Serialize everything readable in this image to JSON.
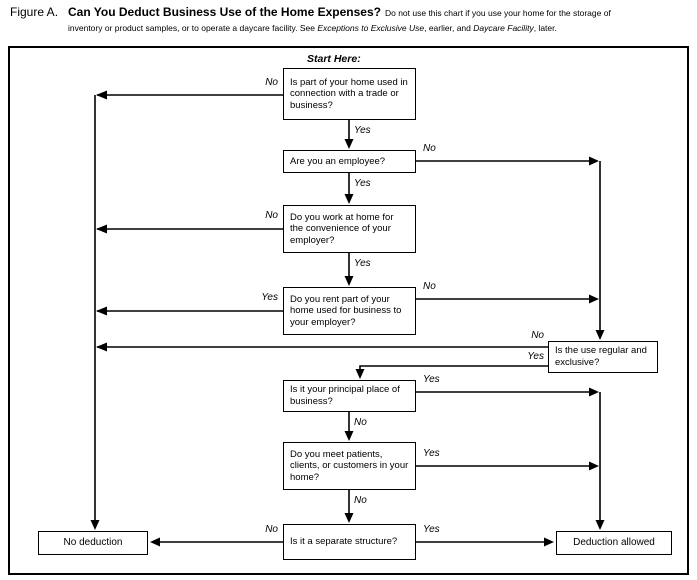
{
  "header": {
    "figure_label": "Figure A.",
    "title": "Can You Deduct Business Use of the Home Expenses?",
    "note_part1": "Do not use this chart if you use your home for the storage of inventory or product samples, or to operate a daycare facility. See ",
    "note_italic1": "Exceptions to Exclusive Use",
    "note_part2": ", earlier, and ",
    "note_italic2": "Daycare Facility",
    "note_part3": ", later."
  },
  "flowchart": {
    "start_label": "Start Here:",
    "yes": "Yes",
    "no": "No",
    "nodes": {
      "q1": "Is part of your home used in connection with a trade or business?",
      "q2": "Are you an employee?",
      "q3": "Do you work at home for the convenience of your employer?",
      "q4": "Do you rent part of your home used for business to your employer?",
      "q5": "Is the use regular and exclusive?",
      "q6": "Is it your principal place of business?",
      "q7": "Do you meet patients, clients, or customers in your home?",
      "q8": "Is it a separate structure?",
      "no_deduction": "No deduction",
      "deduction_allowed": "Deduction allowed"
    }
  }
}
